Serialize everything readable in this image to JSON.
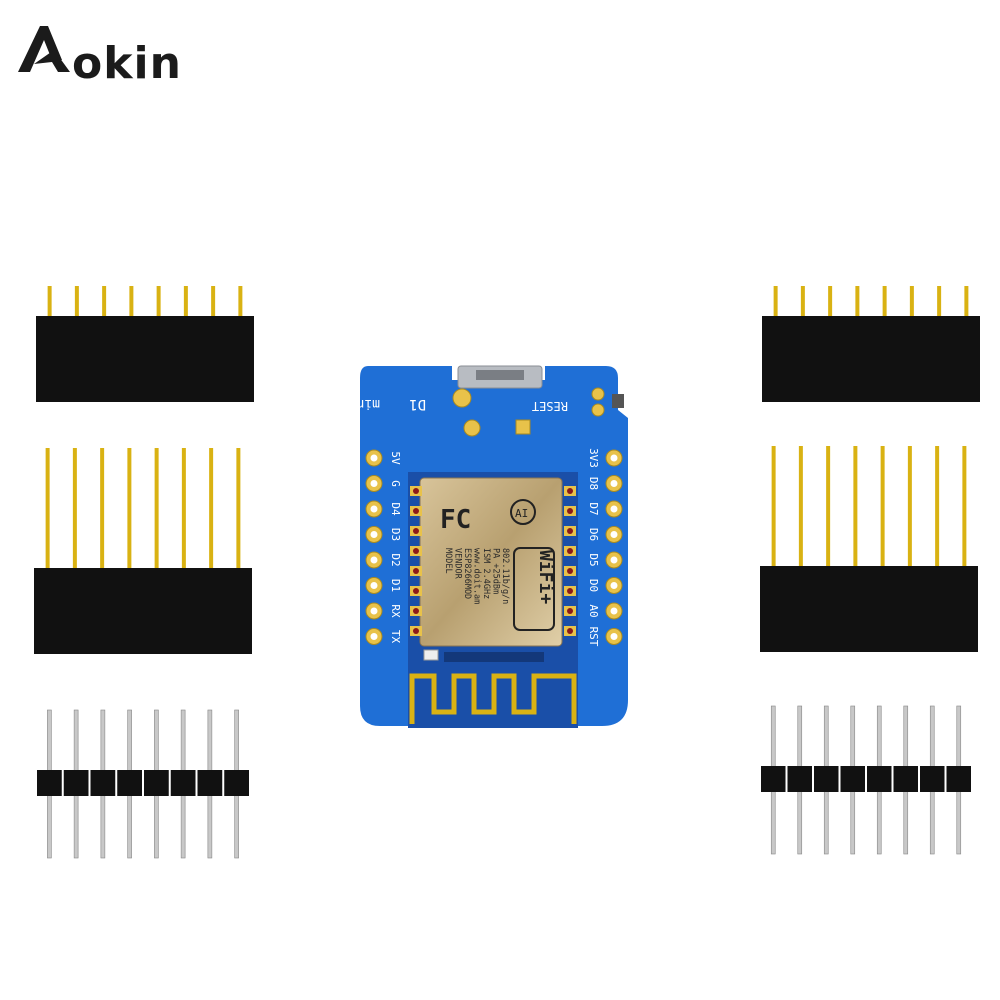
{
  "brand": {
    "name": "okin",
    "logo_icon": "aokin-a-logo-icon"
  },
  "board": {
    "model": "D1",
    "variant": "mini",
    "reset_label": "RESET",
    "left_pins": [
      "5V",
      "G",
      "D4",
      "D3",
      "D2",
      "D1",
      "RX",
      "TX"
    ],
    "right_pins": [
      "3V3",
      "D8",
      "D7",
      "D6",
      "D5",
      "D0",
      "A0",
      "RST"
    ],
    "module": {
      "badge": "FC",
      "vendor_mark": "AI",
      "wifi_logo": "WiFi+",
      "lines": [
        "MODEL",
        "VENDOR",
        "ESP8266MOD",
        "www.doit.am",
        "ISM 2.4GHz",
        "PA +25dBm",
        "802.11b/g/n"
      ]
    }
  },
  "colors": {
    "pcb": "#1f6fd6",
    "header_plastic": "#111111",
    "gold_pin": "#d9b213",
    "silver_pin": "#c8c8c8",
    "module_shield": "#c9b48a",
    "pad": "#e8c24a"
  },
  "parts": {
    "female_header_short": 2,
    "female_header_long": 2,
    "male_header": 2,
    "pins_per_header": 8
  }
}
